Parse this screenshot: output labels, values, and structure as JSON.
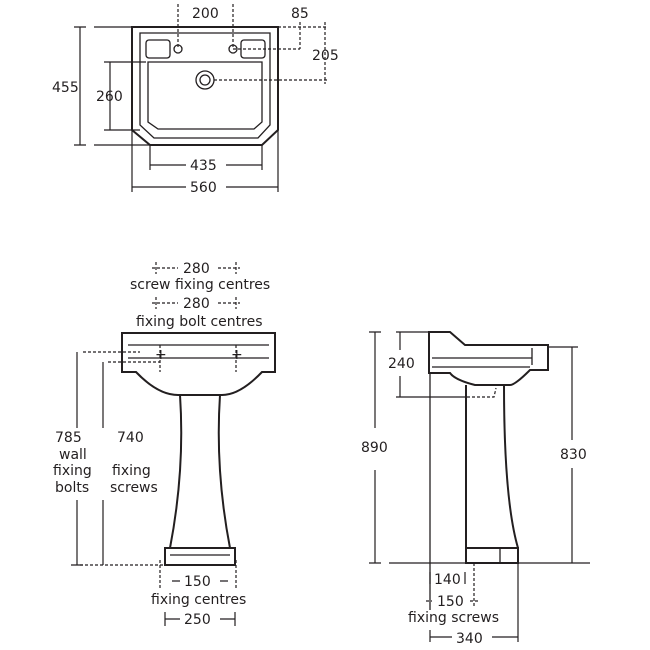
{
  "plan_view": {
    "tap_centres": "200",
    "tap_offset": "85",
    "waste_offset": "205",
    "overall_depth": "455",
    "bowl_depth": "260",
    "bowl_width": "435",
    "overall_width": "560"
  },
  "front_view": {
    "screw_fixing": "280",
    "screw_fixing_label": "screw fixing centres",
    "bolt_fixing": "280",
    "bolt_fixing_label": "fixing bolt centres",
    "wall_bolts_height": "785",
    "wall_bolts_label_1": "wall",
    "wall_bolts_label_2": "fixing",
    "wall_bolts_label_3": "bolts",
    "screws_height": "740",
    "screws_label_1": "fixing",
    "screws_label_2": "screws",
    "fixing_centres": "150",
    "fixing_centres_label": "fixing centres",
    "pedestal_width": "250"
  },
  "side_view": {
    "basin_height": "240",
    "overall_height": "890",
    "rim_height": "830",
    "wall_to_fixing": "140",
    "fixing_screws": "150",
    "fixing_screws_label": "fixing screws",
    "overall_projection": "340"
  }
}
